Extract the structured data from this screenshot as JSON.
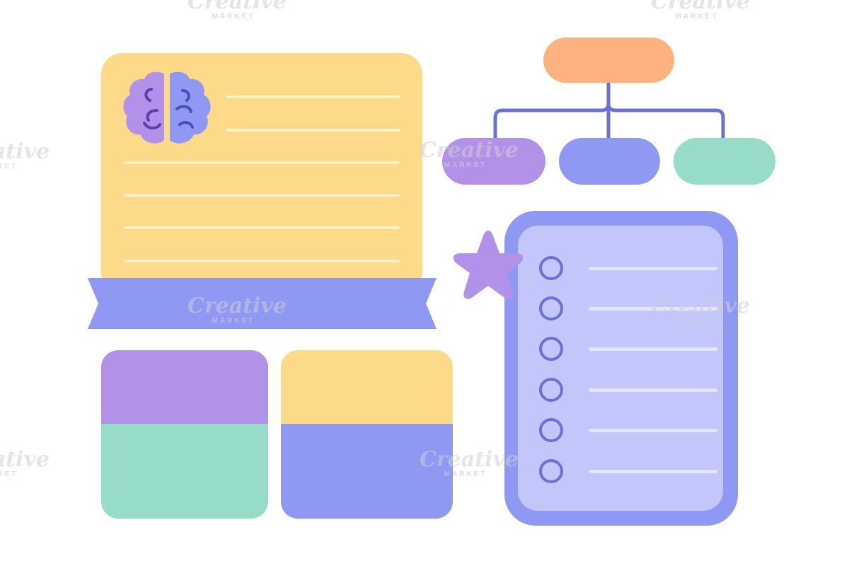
{
  "colors": {
    "yellow": "#FDD98A",
    "purple": "#B291E8",
    "periwinkle": "#8F98F3",
    "mint": "#97DCC8",
    "orange": "#FDB27F",
    "light_lavender": "#C3C6FA",
    "dark_blue": "#6A70D8"
  },
  "icons": {
    "brain": "brain-icon",
    "star": "star-icon",
    "checklist_circle": "circle-outline-icon"
  },
  "watermark": {
    "brand": "Creative",
    "sub": "MARKET"
  },
  "note_card": {
    "line_count": 6
  },
  "checklist": {
    "item_count": 6
  },
  "flowchart": {
    "root_color": "#FDB27F",
    "child_colors": [
      "#B291E8",
      "#8F98F3",
      "#97DCC8"
    ]
  }
}
